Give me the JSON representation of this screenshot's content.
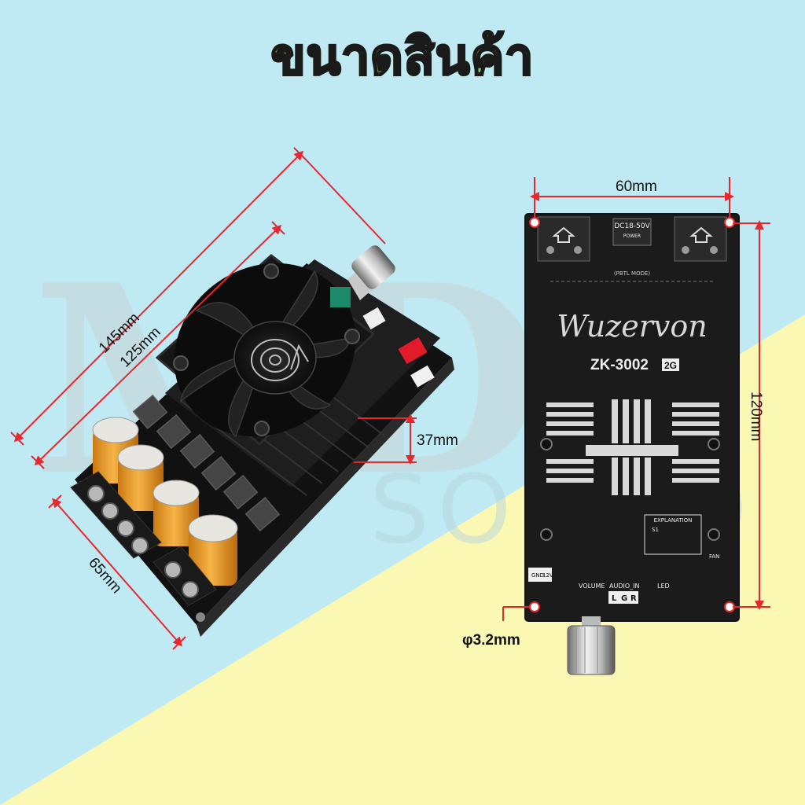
{
  "title": "ขนาดสินค้า",
  "watermark": {
    "brand": "MDY",
    "sub": "SOUND"
  },
  "board": {
    "brand": "Wuzervon",
    "model": "ZK-3002",
    "revision": "2G",
    "power_label": "DC18-50V",
    "power_sub": "POWER",
    "mode_label": "(PBTL MODE)",
    "explanation": "EXPLANATION",
    "s1": "S1",
    "fan": "FAN",
    "volume": "VOLUME",
    "audio_in": "AUDIO_IN",
    "led": "LED",
    "gnd": "GND",
    "v12": "12V",
    "l": "L",
    "g": "G",
    "r": "R"
  },
  "dimensions": {
    "length_outer": "145mm",
    "length_inner": "125mm",
    "height": "37mm",
    "width": "65mm",
    "back_width": "60mm",
    "back_length": "120mm",
    "hole": "φ3.2mm"
  },
  "colors": {
    "bg_blue": "#bfeaf4",
    "bg_yellow": "#fbf8b4",
    "dim_line": "#e8262d",
    "pcb": "#1b1b1b",
    "capacitor": "#f0a030"
  }
}
